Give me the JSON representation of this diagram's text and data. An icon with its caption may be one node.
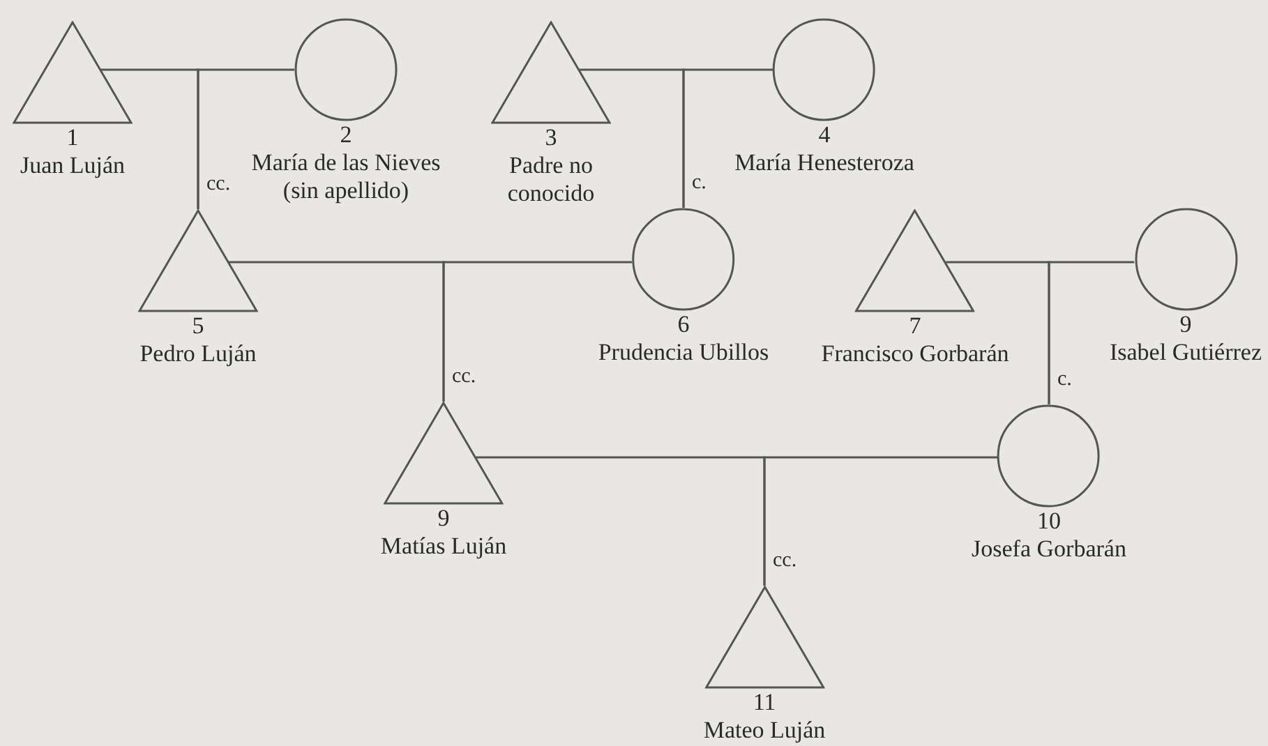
{
  "diagram": {
    "nodes": [
      {
        "text": [
          "1",
          "Juan Luján"
        ]
      },
      {
        "text": [
          "2",
          "María de las Nieves (sin apellido)"
        ]
      },
      {
        "text": [
          "3",
          "Padre no conocido"
        ]
      },
      {
        "text": [
          "4",
          "María Henesteroza"
        ]
      },
      {
        "text": [
          "5",
          "Pedro Luján"
        ]
      },
      {
        "text": [
          "6",
          "Prudencia Ubillos"
        ]
      },
      {
        "text": [
          "7",
          "Francisco Gorbarán"
        ]
      },
      {
        "text": [
          "9",
          "Isabel Gutiérrez"
        ]
      },
      {
        "text": [
          "9",
          "Matías Luján"
        ]
      },
      {
        "text": [
          "10",
          "Josefa Gorbarán"
        ]
      },
      {
        "text": [
          "11",
          "Mateo Luján"
        ]
      }
    ],
    "edges": [
      {
        "from": 0,
        "to": 4,
        "arrow": "none",
        "label": "cc."
      },
      {
        "from": 1,
        "to": 4,
        "arrow": "none"
      },
      {
        "from": 2,
        "to": 5,
        "arrow": "none",
        "label": "c."
      },
      {
        "from": 3,
        "to": 5,
        "arrow": "none"
      },
      {
        "from": 4,
        "to": 8,
        "arrow": "none",
        "label": "cc."
      },
      {
        "from": 5,
        "to": 8,
        "arrow": "none"
      },
      {
        "from": 6,
        "to": 9,
        "arrow": "none",
        "label": "c."
      },
      {
        "from": 7,
        "to": 9,
        "arrow": "none"
      },
      {
        "from": 8,
        "to": 10,
        "arrow": "none",
        "label": "cc."
      },
      {
        "from": 9,
        "to": 10,
        "arrow": "none"
      }
    ]
  }
}
